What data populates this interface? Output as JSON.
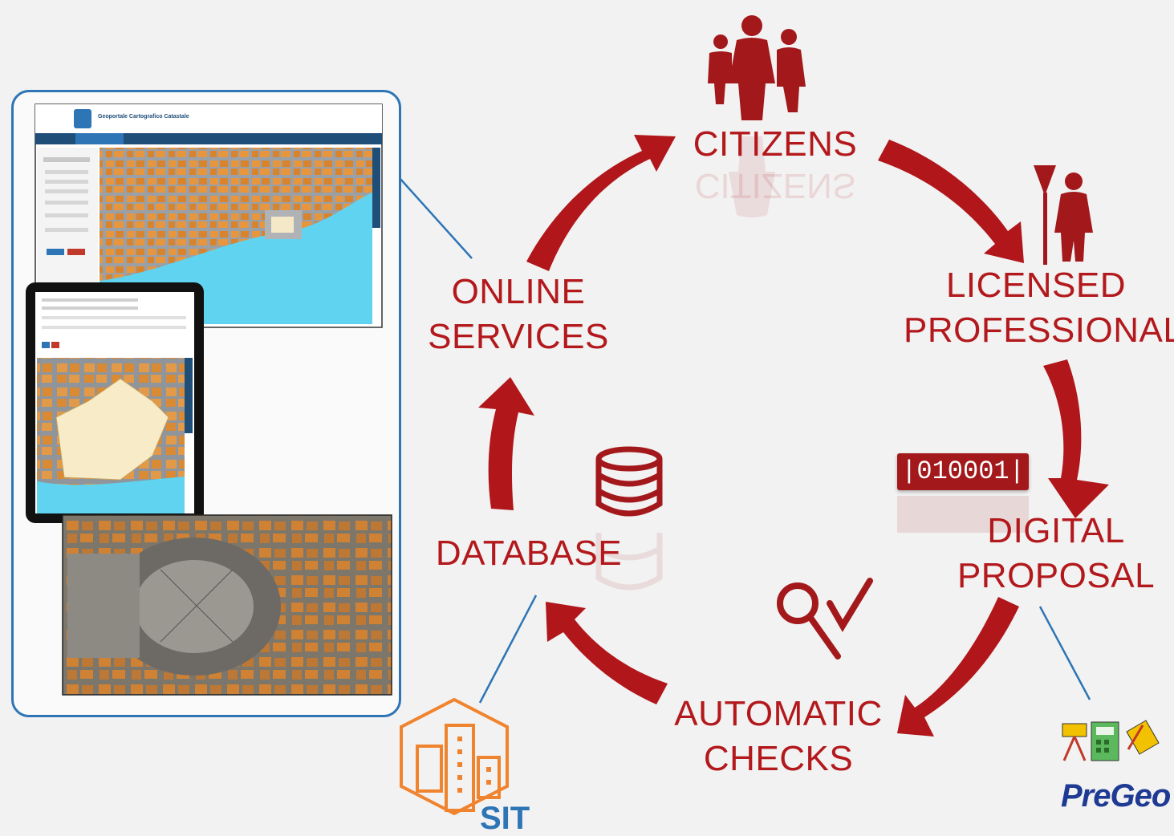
{
  "colors": {
    "accent_red": "#b3191c",
    "arrow_red": "#b0161a",
    "frame_blue": "#2e75b6",
    "map_orange": "#e8963d",
    "water_blue": "#5fd3f0",
    "pregeo_blue": "#1f3a93"
  },
  "nodes": {
    "citizens": "CITIZENS",
    "licensed_professionals": [
      "LICENSED",
      "PROFESSIONALS"
    ],
    "digital_proposal": [
      "DIGITAL",
      "PROPOSAL"
    ],
    "automatic_checks": [
      "AUTOMATIC",
      "CHECKS"
    ],
    "database": "DATABASE",
    "online_services": [
      "ONLINE",
      "SERVICES"
    ]
  },
  "binary_badge": "|010001|",
  "logos": {
    "sit": "SIT",
    "pregeo": "PreGeo"
  },
  "screenshot": {
    "portal_title": "Geoportale Cartografico Catastale"
  },
  "icons": {
    "citizens": "people-group-icon",
    "professional": "surveyor-icon",
    "database": "database-icon",
    "checks": "magnifier-check-icon",
    "sit": "buildings-hexagon-icon",
    "pregeo": "pregeo-tools-icon"
  }
}
